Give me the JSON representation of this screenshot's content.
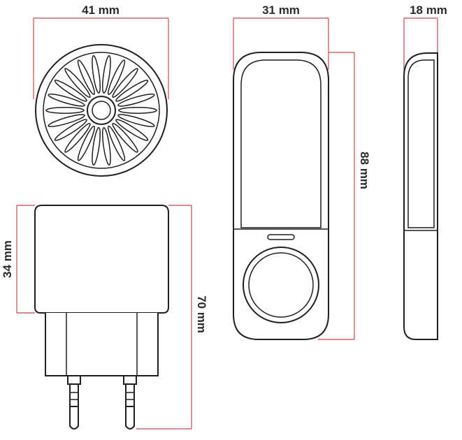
{
  "dimensions": {
    "top_view_width": "41 mm",
    "front_view_width": "31 mm",
    "side_view_depth": "18 mm",
    "front_view_height": "88 mm",
    "plug_view_body_height": "34 mm",
    "plug_view_total_height": "70 mm"
  },
  "colors": {
    "dimension_lines": "#c8464b",
    "outline": "#1f1f1f",
    "label_text": "#2b2b2b"
  }
}
